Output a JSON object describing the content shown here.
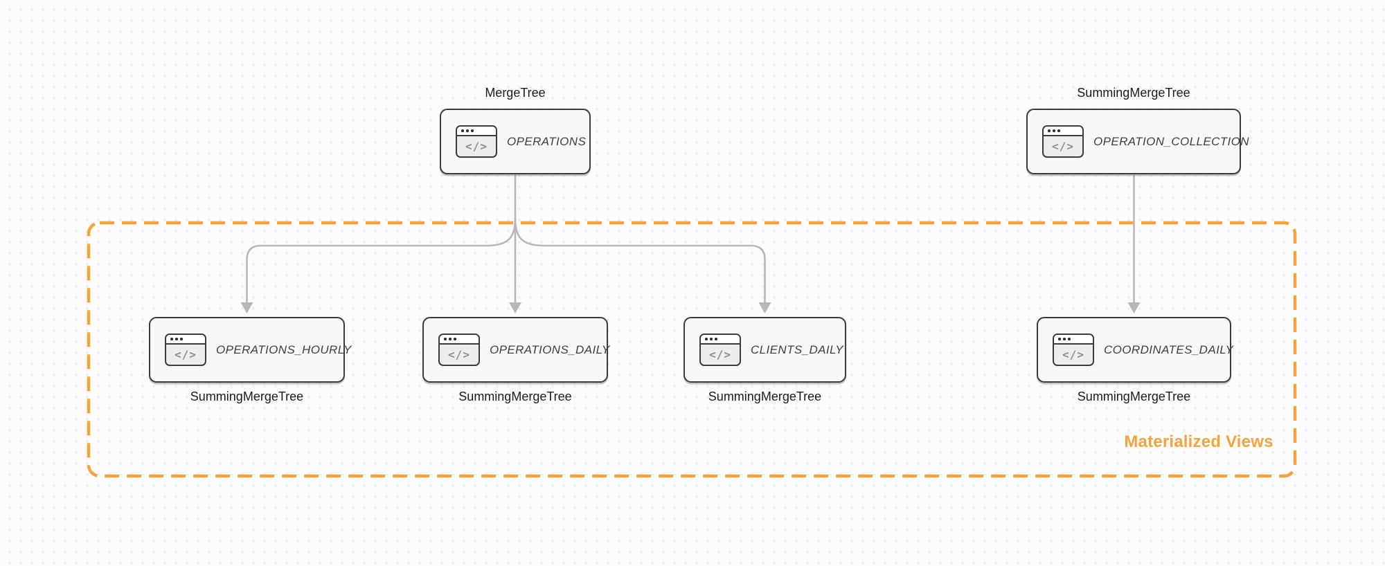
{
  "diagram": {
    "group": {
      "label": "Materialized Views",
      "border_color": "#F6A33C",
      "border_style": "dashed"
    },
    "nodes": [
      {
        "id": "operations",
        "label": "OPERATIONS",
        "engine": "MergeTree",
        "engine_label_position": "top",
        "in_group": false
      },
      {
        "id": "operation-collection",
        "label": "OPERATION_COLLECTION",
        "engine": "SummingMergeTree",
        "engine_label_position": "top",
        "in_group": false
      },
      {
        "id": "operations-hourly",
        "label": "OPERATIONS_HOURLY",
        "engine": "SummingMergeTree",
        "engine_label_position": "bottom",
        "in_group": true
      },
      {
        "id": "operations-daily",
        "label": "OPERATIONS_DAILY",
        "engine": "SummingMergeTree",
        "engine_label_position": "bottom",
        "in_group": true
      },
      {
        "id": "clients-daily",
        "label": "CLIENTS_DAILY",
        "engine": "SummingMergeTree",
        "engine_label_position": "bottom",
        "in_group": true
      },
      {
        "id": "coordinates-daily",
        "label": "COORDINATES_DAILY",
        "engine": "SummingMergeTree",
        "engine_label_position": "bottom",
        "in_group": true
      }
    ],
    "edges": [
      {
        "from": "OPERATIONS",
        "to": "OPERATIONS_HOURLY"
      },
      {
        "from": "OPERATIONS",
        "to": "OPERATIONS_DAILY"
      },
      {
        "from": "OPERATIONS",
        "to": "CLIENTS_DAILY"
      },
      {
        "from": "OPERATION_COLLECTION",
        "to": "COORDINATES_DAILY"
      }
    ],
    "icons": {
      "node_icon": "code-window-icon",
      "code_glyph": "</>"
    },
    "colors": {
      "accent_orange": "#F6A33C",
      "arrow_gray": "#B7B7B7",
      "node_border": "#3A3A3A",
      "node_fill": "#F8F8F8",
      "icon_glyph_gray": "#8D8D8D",
      "caption_text": "#1B1B1B",
      "node_label_text": "#3E3E3E"
    }
  }
}
